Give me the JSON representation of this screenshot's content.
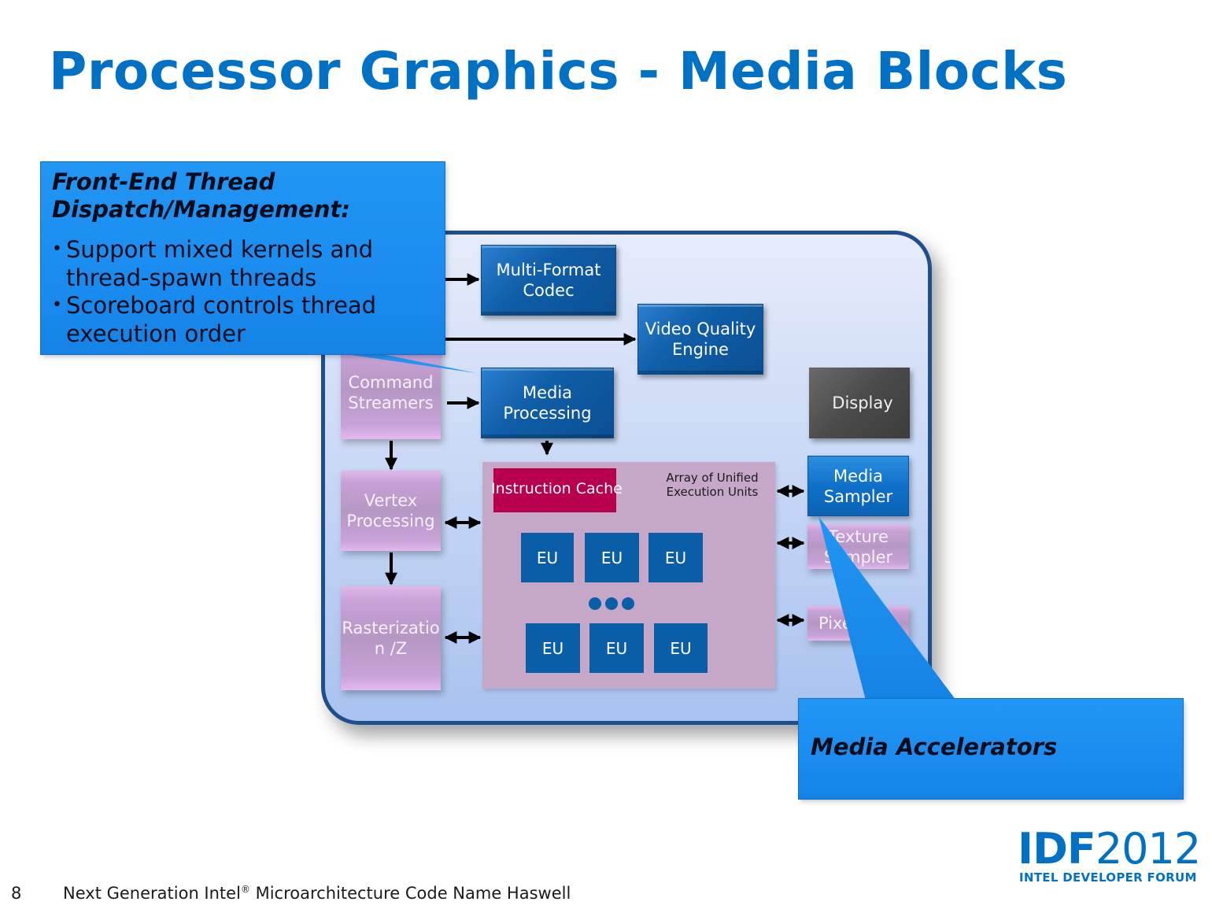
{
  "slide": {
    "title": "Processor Graphics - Media Blocks",
    "page_number": "8",
    "footer_text_before": "Next Generation Intel",
    "footer_reg": "®",
    "footer_text_after": " Microarchitecture Code Name Haswell",
    "logo": {
      "main_bold": "IDF",
      "main_thin": "2012",
      "sub": "INTEL DEVELOPER FORUM"
    }
  },
  "colors": {
    "title_blue": "#0071c5",
    "callout_blue": "#1a8cf0",
    "block_blue": "#0f5ea8",
    "block_purple": "#b597c4",
    "instruction_cache": "#b8004f",
    "display_gray": "#4a4a4a",
    "frame_border": "#1f4e8c"
  },
  "callouts": {
    "front_end": {
      "heading_line1": "Front-End Thread",
      "heading_line2": "Dispatch/Management:",
      "bullets": [
        {
          "line1": "Support mixed kernels and",
          "line2": "thread-spawn threads"
        },
        {
          "line1": "Scoreboard controls thread",
          "line2": "execution order"
        }
      ],
      "bullet_glyph": "•"
    },
    "media_accel": {
      "heading": "Media Accelerators"
    }
  },
  "blocks": {
    "multi_format_codec": {
      "line1": "Multi-Format",
      "line2": "Codec"
    },
    "video_quality_engine": {
      "line1": "Video Quality",
      "line2": "Engine"
    },
    "command_streamers": {
      "line1": "Command",
      "line2": "Streamers"
    },
    "media_processing": {
      "line1": "Media",
      "line2": "Processing"
    },
    "display": {
      "label": "Display"
    },
    "vertex_processing": {
      "line1": "Vertex",
      "line2": "Processing"
    },
    "rasterization": {
      "line1": "Rasterizatio",
      "line2": "n /Z"
    },
    "media_sampler": {
      "line1": "Media",
      "line2": "Sampler"
    },
    "texture_sampler": {
      "line1": "Texture",
      "line2": "Sampler"
    },
    "pixel": {
      "label": "Pixel"
    },
    "instruction_cache": {
      "label": "Instruction Cache"
    },
    "eu_array": {
      "line1": "Array of Unified",
      "line2": "Execution Units"
    },
    "eus": [
      "EU",
      "EU",
      "EU",
      "EU",
      "EU",
      "EU"
    ]
  }
}
